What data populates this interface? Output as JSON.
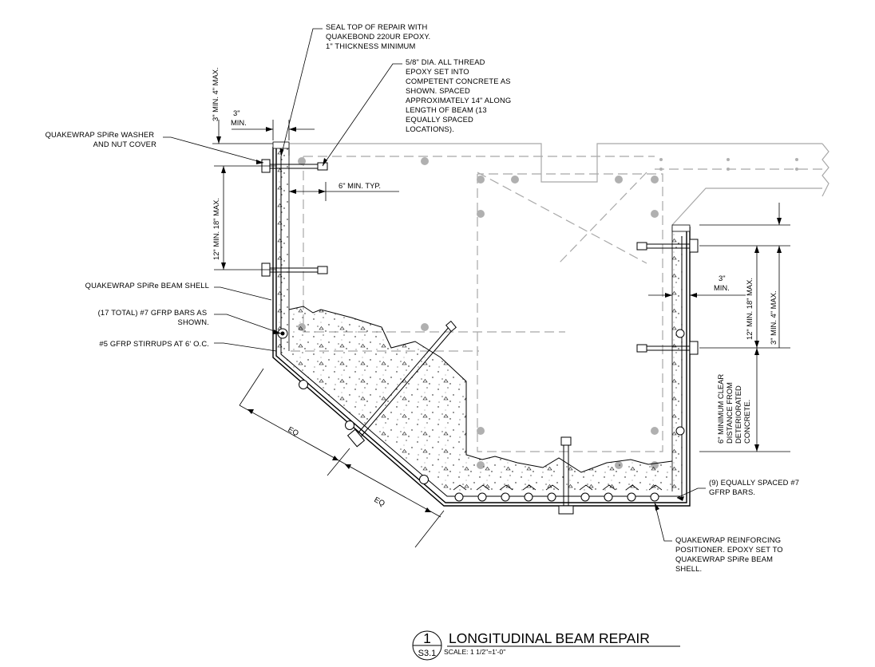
{
  "drawing": {
    "notes": {
      "seal_top": [
        "SEAL TOP OF REPAIR WITH",
        "QUAKEBOND 220UR EPOXY.",
        "1\" THICKNESS MINIMUM"
      ],
      "all_thread": [
        "5/8\" DIA. ALL THREAD",
        "EPOXY SET INTO",
        "COMPETENT CONCRETE AS",
        "SHOWN. SPACED",
        "APPROXIMATELY 14\" ALONG",
        "LENGTH OF BEAM (13",
        "EQUALLY SPACED",
        "LOCATIONS)."
      ],
      "washer": [
        "QUAKEWRAP SPiRe WASHER",
        "AND NUT COVER"
      ],
      "beam_shell": [
        "QUAKEWRAP SPiRe BEAM SHELL"
      ],
      "gfrp_bars": [
        "(17 TOTAL) #7 GFRP BARS AS",
        "SHOWN."
      ],
      "stirrups": [
        "#5 GFRP STIRRUPS AT 6' O.C."
      ],
      "nine_bars": [
        "(9) EQUALLY SPACED #7",
        "GFRP BARS."
      ],
      "positioner": [
        "QUAKEWRAP REINFORCING",
        "POSITIONER. EPOXY SET TO",
        "QUAKEWRAP SPiRe BEAM",
        "SHELL."
      ]
    },
    "dims": {
      "left_top": "3\" MIN. 4\" MAX.",
      "left_3in": [
        "3\"",
        "MIN."
      ],
      "left_12in": "12\" MIN. 18\" MAX.",
      "six_min": "6\" MIN. TYP.",
      "eq1": "EQ",
      "eq2": "EQ",
      "right_3in": [
        "3\"",
        "MIN."
      ],
      "right_12in": "12\" MIN. 18\" MAX.",
      "right_top": "3\" MIN. 4\" MAX.",
      "clear": [
        "6\" MINIMUM CLEAR",
        "DISTANCE FROM",
        "DETERIORATED",
        "CONCRETE."
      ]
    },
    "title_block": {
      "number": "1",
      "sheet": "S3.1",
      "title": "LONGITUDINAL BEAM REPAIR",
      "scale": "SCALE: 1 1/2\"=1'-0\""
    }
  }
}
